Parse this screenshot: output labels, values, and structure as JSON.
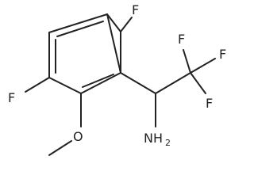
{
  "molecule": {
    "atoms": {
      "f_top": "F",
      "f_left": "F",
      "oxygen": "O",
      "nitrogen": "NH",
      "nitrogen_subscript": "2",
      "f_cf3_top": "F",
      "f_cf3_right": "F",
      "f_cf3_lower": "F"
    }
  }
}
